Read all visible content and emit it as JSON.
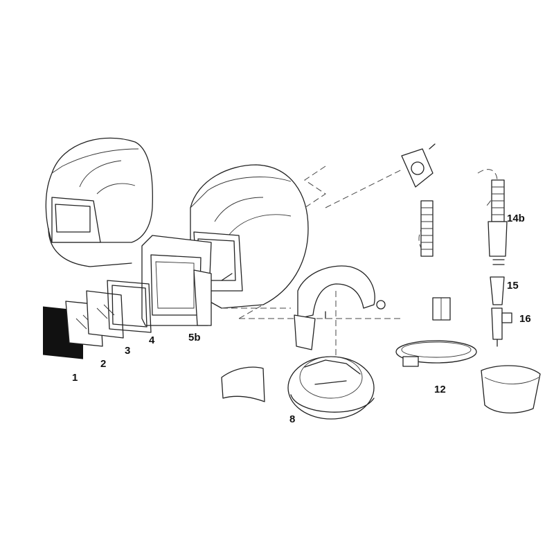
{
  "diagram": {
    "labels": {
      "lens_black": "1",
      "lens_clear_2": "2",
      "lens_clear_3": "3",
      "gasket": "4",
      "window_frame": "5b",
      "headgear": "8",
      "belt": "12",
      "air_tube": "14b",
      "coupler": "15",
      "valve": "16"
    }
  }
}
